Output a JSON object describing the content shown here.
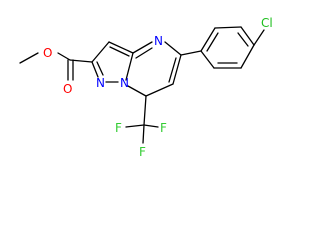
{
  "molecule": {
    "atoms": {
      "n_pyrimidine": "N",
      "n_bridge": "N",
      "n_pyrazole": "N",
      "o_ester_single": "O",
      "o_ester_double": "O",
      "f_1": "F",
      "f_2": "F",
      "f_3": "F",
      "cl": "Cl"
    },
    "colors": {
      "bond": "#000000",
      "nitrogen": "#0000ff",
      "oxygen": "#ff0000",
      "fluorine": "#33cc33",
      "chlorine": "#1fbf1f"
    }
  }
}
